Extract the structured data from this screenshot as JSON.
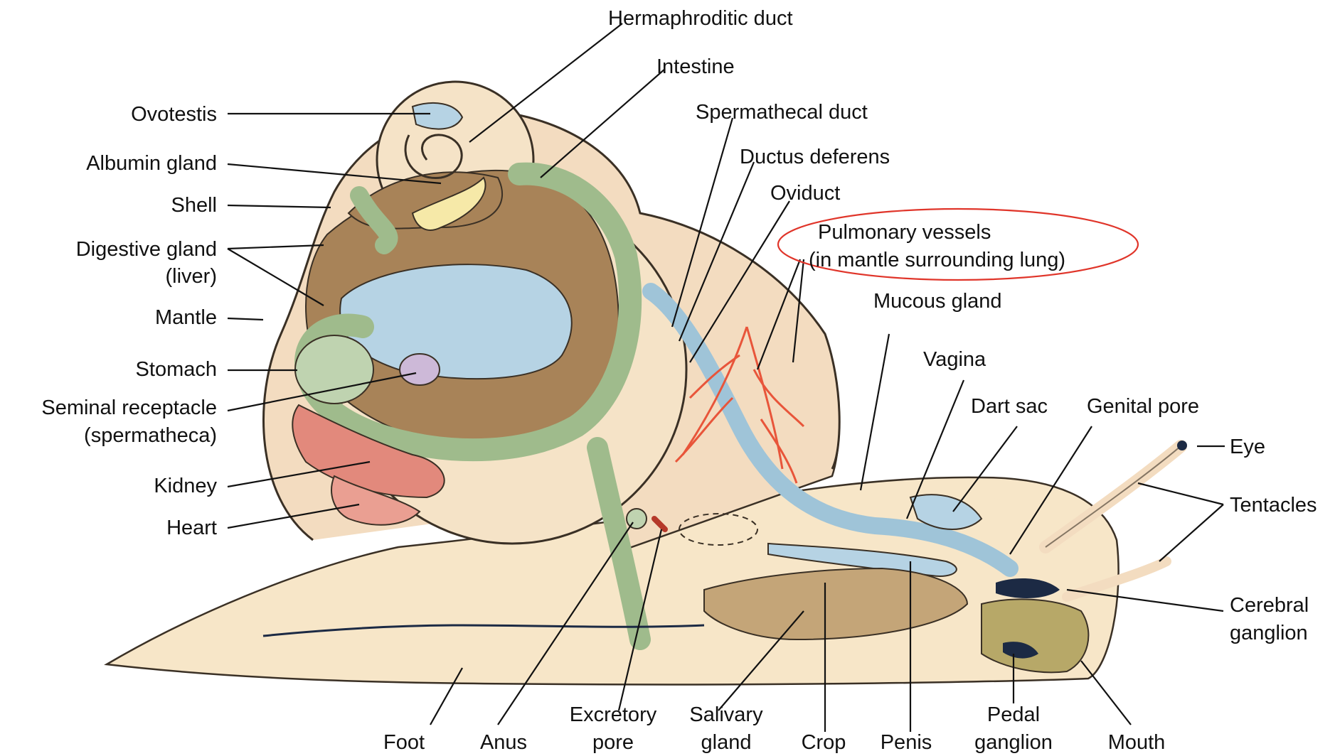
{
  "labels": {
    "hermaphroditic_duct": "Hermaphroditic duct",
    "intestine": "Intestine",
    "ovotestis": "Ovotestis",
    "spermathecal_duct": "Spermathecal duct",
    "albumin_gland": "Albumin gland",
    "ductus_deferens": "Ductus deferens",
    "shell": "Shell",
    "oviduct": "Oviduct",
    "pulmonary_vessels_line1": "Pulmonary vessels",
    "pulmonary_vessels_line2": "(in mantle surrounding lung)",
    "digestive_gland_line1": "Digestive gland",
    "digestive_gland_line2": "(liver)",
    "mantle": "Mantle",
    "mucous_gland": "Mucous gland",
    "stomach": "Stomach",
    "vagina": "Vagina",
    "seminal_receptacle_line1": "Seminal receptacle",
    "seminal_receptacle_line2": "(spermatheca)",
    "dart_sac": "Dart sac",
    "genital_pore": "Genital pore",
    "eye": "Eye",
    "kidney": "Kidney",
    "tentacles": "Tentacles",
    "heart": "Heart",
    "cerebral_ganglion_line1": "Cerebral",
    "cerebral_ganglion_line2": "ganglion",
    "excretory_pore_line1": "Excretory",
    "excretory_pore_line2": "pore",
    "salivary_gland_line1": "Salivary",
    "salivary_gland_line2": "gland",
    "pedal_ganglion_line1": "Pedal",
    "pedal_ganglion_line2": "ganglion",
    "foot": "Foot",
    "anus": "Anus",
    "crop": "Crop",
    "penis": "Penis",
    "mouth": "Mouth"
  },
  "colors": {
    "body": "#f7e6c8",
    "shell_inner": "#f3dcc0",
    "brown": "#a88358",
    "green": "#bfd3b0",
    "blue": "#b6d3e4",
    "red": "#e2897c",
    "vessel": "#e8553a",
    "lavender": "#cdb9d8",
    "nerve": "#1c2a44",
    "highlight": "#e0352a"
  }
}
